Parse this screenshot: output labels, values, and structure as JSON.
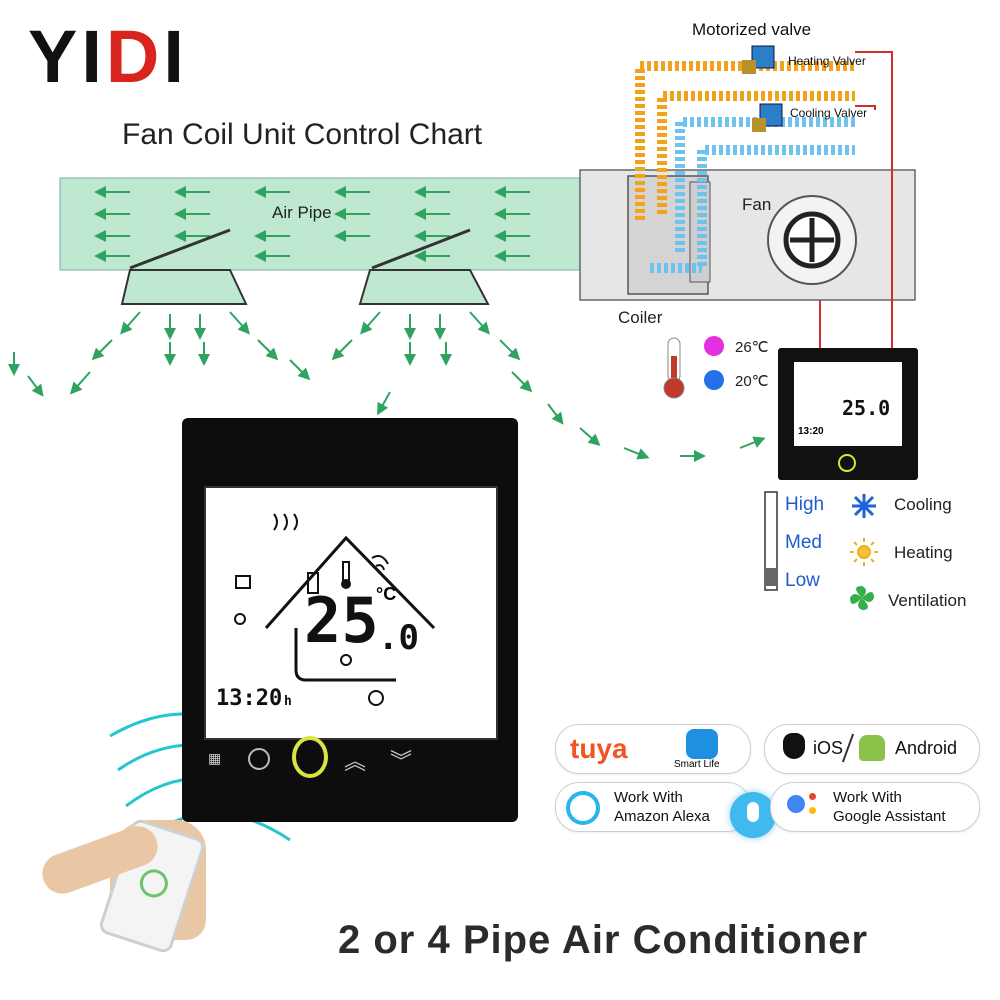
{
  "brand": {
    "name_part1": "YI",
    "name_part2": "D",
    "name_part3": "I"
  },
  "chart": {
    "title": "Fan Coil Unit Control Chart",
    "air_pipe_label": "Air Pipe",
    "motorized_valve_label": "Motorized valve",
    "heating_valve_label": "Heating Valver",
    "cooling_valve_label": "Cooling Valver",
    "fan_label": "Fan",
    "coiler_label": "Coiler",
    "temp_hot": "26℃",
    "temp_cold": "20℃"
  },
  "thermostat": {
    "temperature_int": "25",
    "temperature_dec": ".0",
    "unit": "°C",
    "time": "13:20",
    "time_suffix": "h"
  },
  "small_thermostat": {
    "temperature": "25.0",
    "time": "13:20"
  },
  "fan_speeds": [
    "High",
    "Med",
    "Low"
  ],
  "modes": [
    "Cooling",
    "Heating",
    "Ventilation"
  ],
  "badges": {
    "tuya": "tuya",
    "smart_life": "Smart Life",
    "ios": "iOS",
    "android": "Android",
    "alexa_line1": "Work With",
    "alexa_line2": "Amazon Alexa",
    "google_line1": "Work With",
    "google_line2": "Google Assistant"
  },
  "footer_title": "2 or 4 Pipe Air Conditioner",
  "colors": {
    "brand_red": "#d9231d",
    "pipe_heat": "#f3a31b",
    "pipe_cool": "#6ec3ee",
    "air": "#bfe8d0",
    "arrow": "#2fa360",
    "speed_blue": "#1f5bd1"
  }
}
